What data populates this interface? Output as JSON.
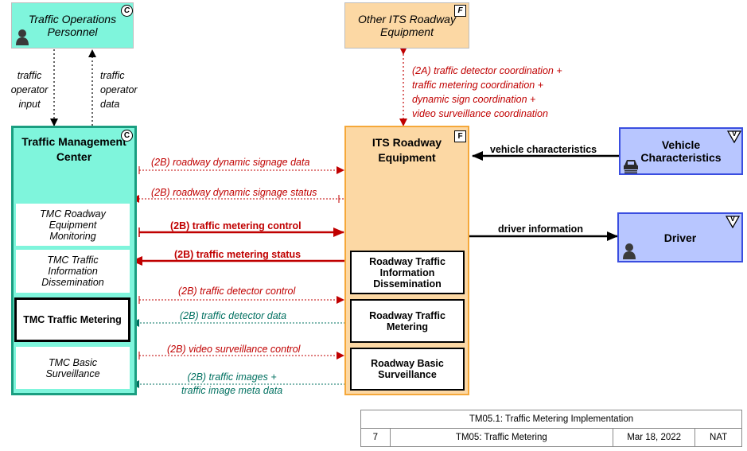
{
  "diagram": {
    "ops_personnel": {
      "line1": "Traffic Operations",
      "line2": "Personnel",
      "badge": "C"
    },
    "other_its": {
      "line1": "Other ITS Roadway",
      "line2": "Equipment",
      "badge": "F"
    },
    "tmc": {
      "line1": "Traffic Management",
      "line2": "Center",
      "badge": "C",
      "subs": [
        {
          "l1": "TMC Roadway",
          "l2": "Equipment",
          "l3": "Monitoring"
        },
        {
          "l1": "TMC Traffic",
          "l2": "Information",
          "l3": "Dissemination"
        },
        {
          "l1": "TMC Traffic Metering"
        },
        {
          "l1": "TMC Basic",
          "l2": "Surveillance"
        }
      ]
    },
    "its": {
      "line1": "ITS Roadway",
      "line2": "Equipment",
      "badge": "F",
      "subs": [
        {
          "l1": "Roadway Traffic",
          "l2": "Information",
          "l3": "Dissemination"
        },
        {
          "l1": "Roadway Traffic",
          "l2": "Metering"
        },
        {
          "l1": "Roadway Basic",
          "l2": "Surveillance"
        }
      ]
    },
    "vehicle": {
      "line1": "Vehicle",
      "line2": "Characteristics",
      "badge": "V"
    },
    "driver": {
      "line1": "Driver",
      "badge": "V"
    },
    "flows": {
      "operator_input": {
        "l1": "traffic",
        "l2": "operator",
        "l3": "input"
      },
      "operator_data": {
        "l1": "traffic",
        "l2": "operator",
        "l3": "data"
      },
      "coordination": {
        "l1": "(2A) traffic detector coordination +",
        "l2": "traffic metering coordination +",
        "l3": "dynamic sign coordination +",
        "l4": "video surveillance coordination"
      },
      "signage_data": "(2B) roadway dynamic signage data",
      "signage_status": "(2B) roadway dynamic signage status",
      "metering_control": "(2B) traffic metering control",
      "metering_status": "(2B) traffic metering status",
      "detector_control": "(2B) traffic detector control",
      "detector_data": "(2B) traffic detector data",
      "video_control": "(2B) video surveillance control",
      "images": {
        "l1": "(2B) traffic images +",
        "l2": "traffic image meta data"
      },
      "vehicle_characteristics": "vehicle characteristics",
      "driver_information": "driver information"
    }
  },
  "legend": {
    "title": "TM05.1: Traffic Metering Implementation",
    "number": "7",
    "package": "TM05: Traffic Metering",
    "date": "Mar 18, 2022",
    "scope": "NAT"
  },
  "colors": {
    "center_fill": "#7ff5dc",
    "center_border": "#1a9e80",
    "field_fill": "#fcd8a4",
    "field_border": "#f5a83a",
    "vehicle_fill": "#b8c6ff",
    "vehicle_border": "#3a4ee0",
    "flow_red": "#c00000",
    "flow_teal": "#007060"
  }
}
